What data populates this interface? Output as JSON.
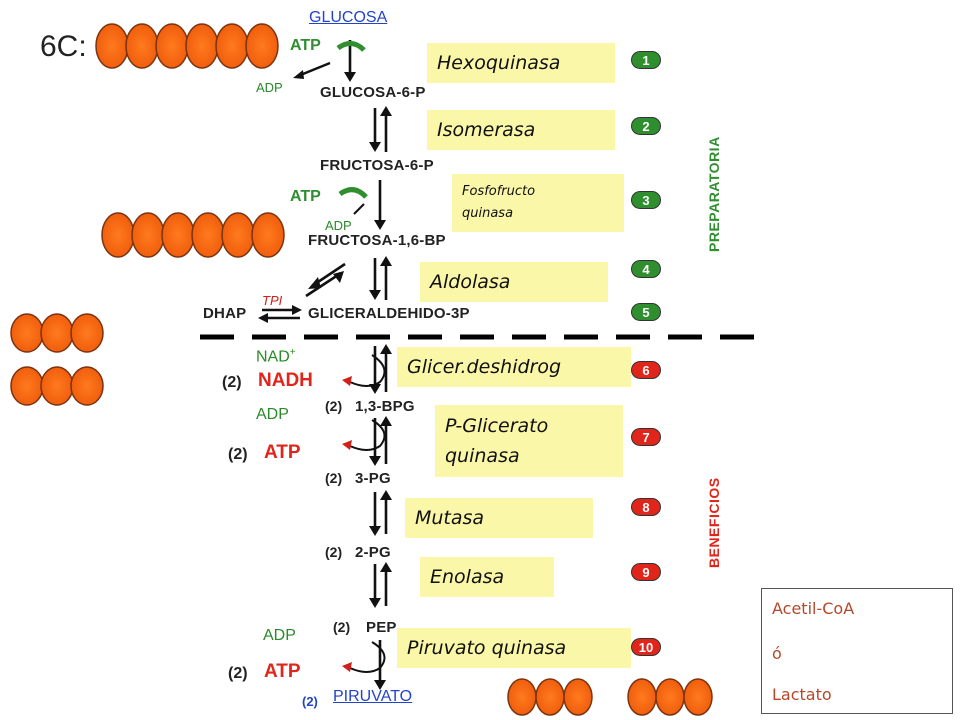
{
  "title_6c": "6C:",
  "glucosa_link": "GLUCOSA",
  "piruvato_link": "PIRUVATO",
  "metabolites": {
    "g6p": "GLUCOSA-6-P",
    "f6p": "FRUCTOSA-6-P",
    "f16bp": "FRUCTOSA-1,6-BP",
    "dhap": "DHAP",
    "tpi": "TPI",
    "g3p": "GLICERALDEHIDO-3P",
    "bpg": "1,3-BPG",
    "pg3": "3-PG",
    "pg2": "2-PG",
    "pep": "PEP"
  },
  "cofactors": {
    "atp1": "ATP",
    "adp1": "ADP",
    "atp2": "ATP",
    "adp2": "ADP",
    "nad": "NAD",
    "nad_sup": "+",
    "nadh": "NADH",
    "adp3": "ADP",
    "atp3": "ATP",
    "adp4": "ADP",
    "atp4": "ATP"
  },
  "multiplier": "(2)",
  "enzymes": [
    {
      "label": "Hexoquinasa"
    },
    {
      "label": "Isomerasa"
    },
    {
      "label_line1": "Fosfofructo",
      "label_line2": "quinasa"
    },
    {
      "label": "Aldolasa"
    },
    {
      "label": "Glicer.deshidrog"
    },
    {
      "label_line1": "P-Glicerato",
      "label_line2": "quinasa"
    },
    {
      "label": "Mutasa"
    },
    {
      "label": "Enolasa"
    },
    {
      "label": "Piruvato quinasa"
    }
  ],
  "steps": [
    "1",
    "2",
    "3",
    "4",
    "5",
    "6",
    "7",
    "8",
    "9",
    "10"
  ],
  "phases": {
    "preparatoria": "PREPARATORIA",
    "beneficios": "BENEFICIOS"
  },
  "fate_box": {
    "line1": "Acetil-CoA",
    "line2": "ó",
    "line3": "Lactato"
  },
  "colors": {
    "carbon": "#f36a14",
    "carbon_outline": "#8a3a12",
    "enzyme_bg": "#fbf7a8",
    "step_green": "#2f8f2f",
    "step_red": "#e0251b"
  }
}
